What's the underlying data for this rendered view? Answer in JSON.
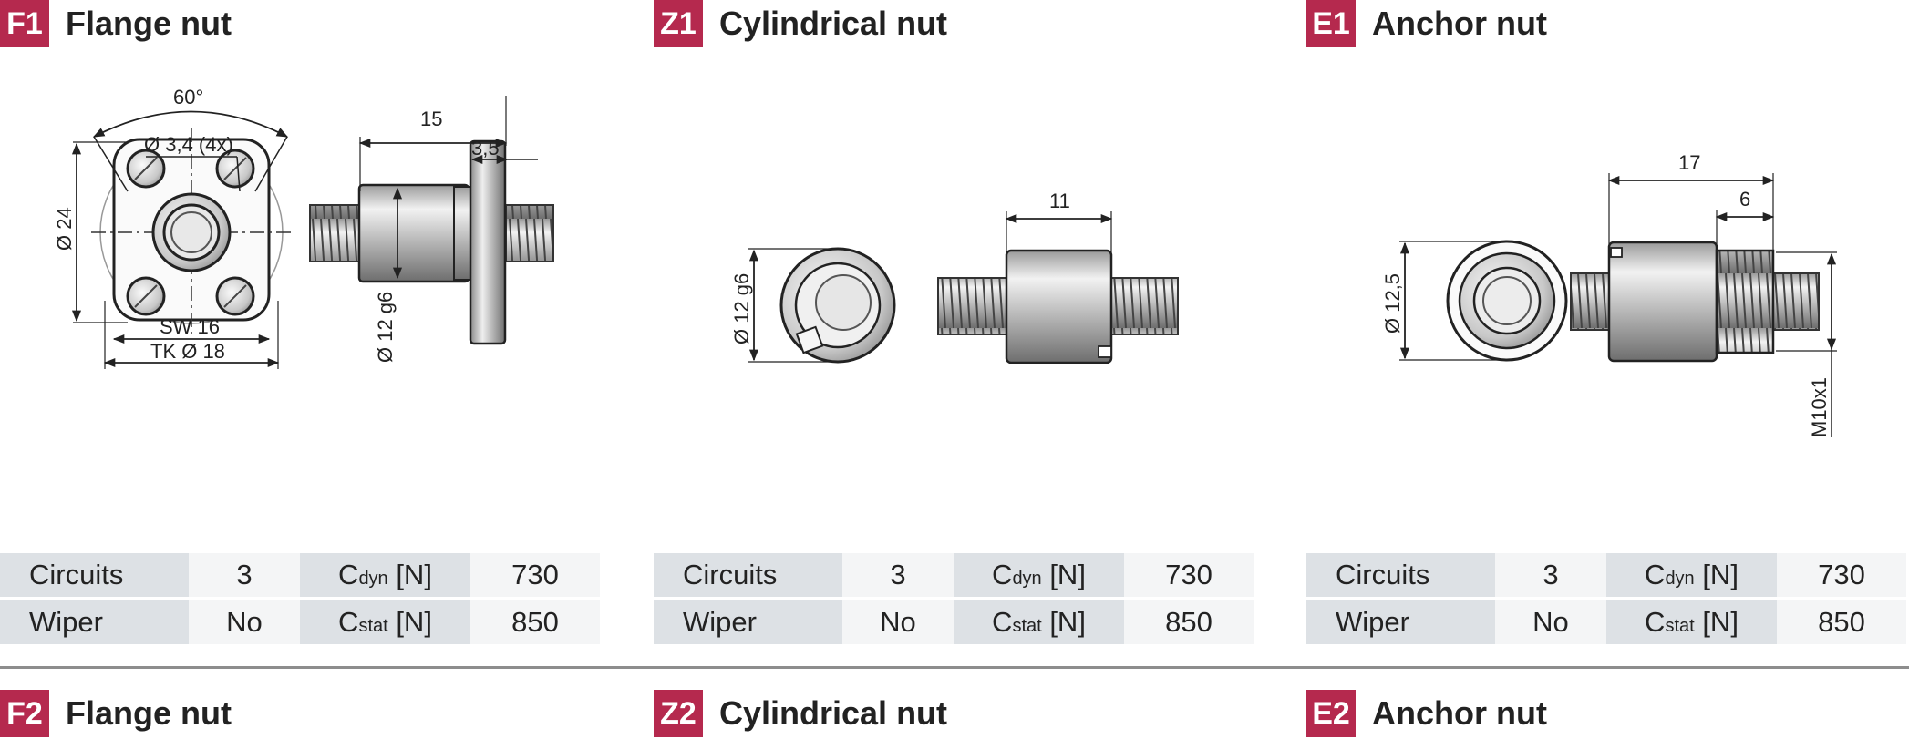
{
  "panels": [
    {
      "code": "F1",
      "title": "Flange nut",
      "dims": {
        "angle": "60°",
        "holes": "Ø 3,4 (4x)",
        "dia": "Ø 24",
        "length": "15",
        "flange": "3,5",
        "bore": "Ø 12 g6",
        "sw": "SW 16",
        "tk": "TK Ø 18"
      },
      "specs": {
        "rows": [
          {
            "label": "Circuits",
            "value": "3",
            "param": "C",
            "sub": "dyn",
            "unit": "[N]",
            "pvalue": "730"
          },
          {
            "label": "Wiper",
            "value": "No",
            "param": "C",
            "sub": "stat",
            "unit": "[N]",
            "pvalue": "850"
          }
        ]
      }
    },
    {
      "code": "Z1",
      "title": "Cylindrical nut",
      "dims": {
        "dia": "Ø 12 g6",
        "length": "11"
      },
      "specs": {
        "rows": [
          {
            "label": "Circuits",
            "value": "3",
            "param": "C",
            "sub": "dyn",
            "unit": "[N]",
            "pvalue": "730"
          },
          {
            "label": "Wiper",
            "value": "No",
            "param": "C",
            "sub": "stat",
            "unit": "[N]",
            "pvalue": "850"
          }
        ]
      }
    },
    {
      "code": "E1",
      "title": "Anchor nut",
      "dims": {
        "dia": "Ø 12,5",
        "length": "17",
        "thread_len": "6",
        "thread": "M10x1"
      },
      "specs": {
        "rows": [
          {
            "label": "Circuits",
            "value": "3",
            "param": "C",
            "sub": "dyn",
            "unit": "[N]",
            "pvalue": "730"
          },
          {
            "label": "Wiper",
            "value": "No",
            "param": "C",
            "sub": "stat",
            "unit": "[N]",
            "pvalue": "850"
          }
        ]
      }
    }
  ],
  "next_panels": [
    {
      "code": "F2",
      "title": "Flange nut"
    },
    {
      "code": "Z2",
      "title": "Cylindrical nut"
    },
    {
      "code": "E2",
      "title": "Anchor nut"
    }
  ],
  "colors": {
    "badge": "#b5294e",
    "label_cell": "#dde1e5",
    "value_cell": "#f4f5f6",
    "divider": "#8d8d8d"
  }
}
